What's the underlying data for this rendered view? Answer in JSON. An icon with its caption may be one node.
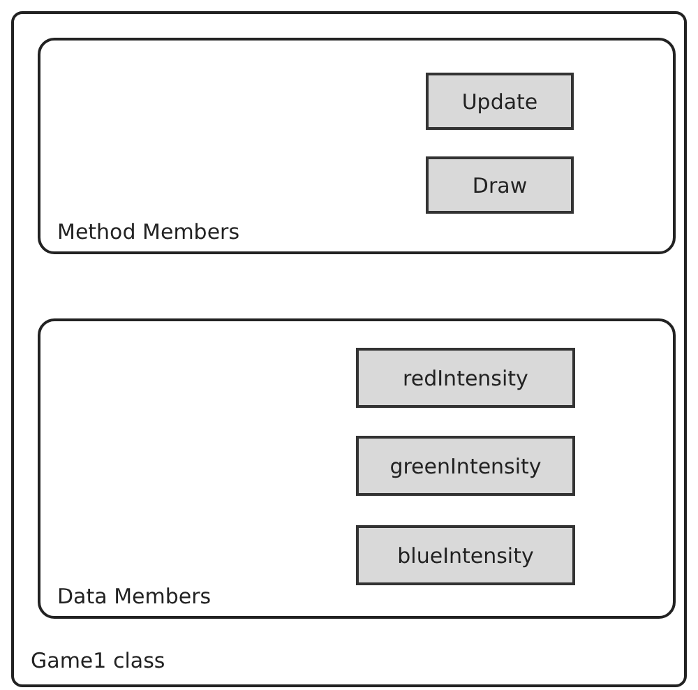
{
  "diagram": {
    "nodes": [
      {
        "text": [
          "Game1 class"
        ]
      },
      {
        "text": [
          "Method Members"
        ],
        "in": 0
      },
      {
        "text": [
          "Update"
        ],
        "in": 1
      },
      {
        "text": [
          "Draw"
        ],
        "in": 1
      },
      {
        "text": [
          "Data Members"
        ],
        "in": 0
      },
      {
        "text": [
          "redIntensity"
        ],
        "in": 4
      },
      {
        "text": [
          "greenIntensity"
        ],
        "in": 4
      },
      {
        "text": [
          "blueIntensity"
        ],
        "in": 4
      }
    ]
  }
}
